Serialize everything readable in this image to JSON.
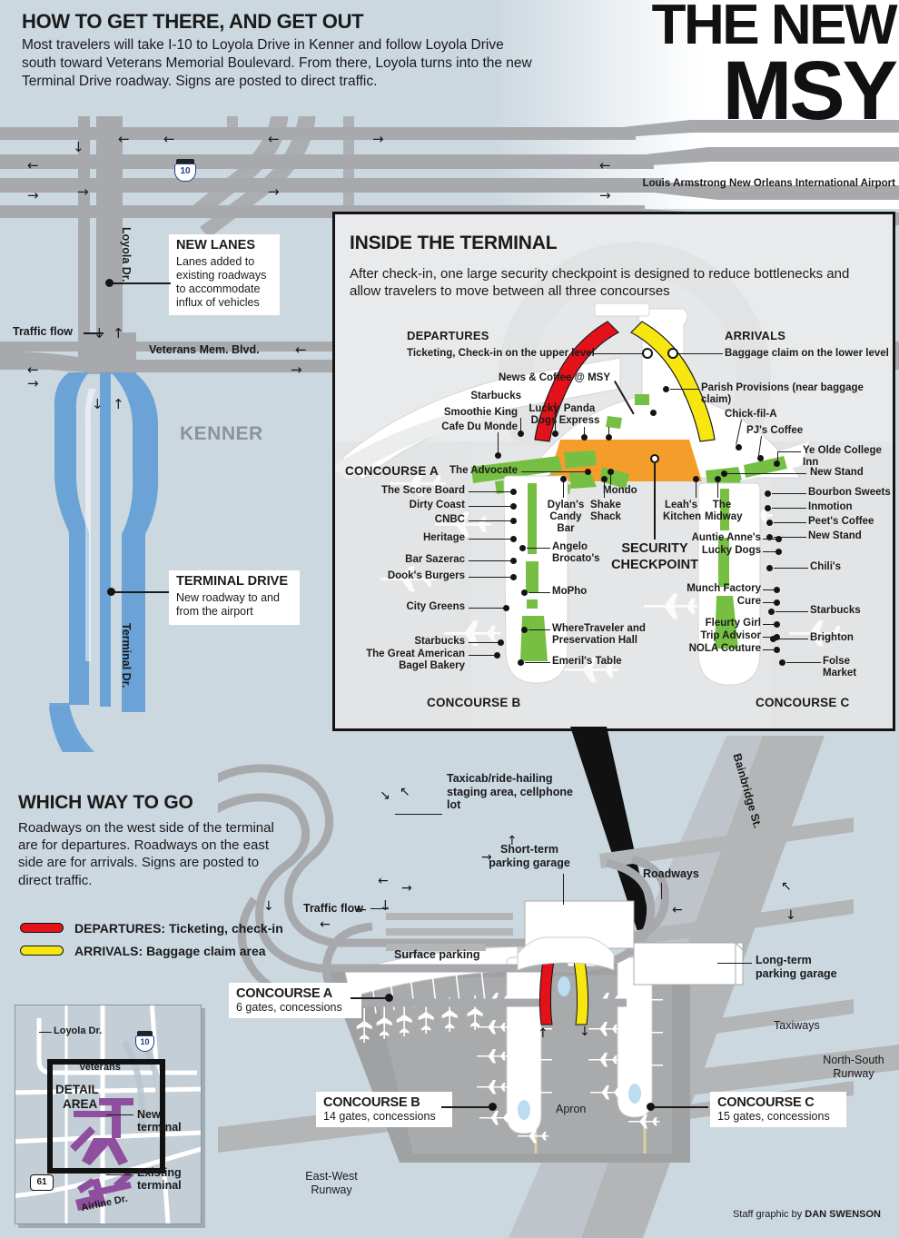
{
  "header": {
    "how_title": "HOW TO GET THERE, AND GET OUT",
    "how_body": "Most travelers will take I-10 to Loyola Drive in Kenner and follow Loyola Drive south toward Veterans Memorial Boulevard. From there, Loyola turns into the new Terminal Drive roadway. Signs are posted to direct traffic.",
    "logo_line1": "THE NEW",
    "logo_line2": "MSY",
    "logo_sub": "Louis Armstrong New Orleans International Airport"
  },
  "top_map": {
    "shield_10": "10",
    "loyola_dr": "Loyola Dr.",
    "veterans": "Veterans Mem. Blvd.",
    "traffic_flow": "Traffic flow",
    "kenner": "KENNER",
    "terminal_dr": "Terminal Dr.",
    "callout_new_lanes": {
      "title": "NEW LANES",
      "body": "Lanes added to existing roadways to accommodate influx of vehicles"
    },
    "callout_terminal_drive": {
      "title": "TERMINAL DRIVE",
      "body": "New roadway to and from the airport"
    }
  },
  "panel": {
    "title": "INSIDE THE TERMINAL",
    "subtitle": "After check-in, one large security checkpoint is designed to reduce bottlenecks and allow travelers to move between all three concourses",
    "departures_title": "DEPARTURES",
    "departures_sub": "Ticketing, Check-in on the upper level",
    "arrivals_title": "ARRIVALS",
    "arrivals_sub": "Baggage claim on the lower level",
    "security": "SECURITY\nCHECKPOINT",
    "security_l1": "SECURITY",
    "security_l2": "CHECKPOINT",
    "concourse_a": "CONCOURSE A",
    "concourse_b": "CONCOURSE B",
    "concourse_c": "CONCOURSE C",
    "labels_upper_left": [
      "News & Coffee @ MSY",
      "Starbucks",
      "Smoothie King",
      "Cafe Du Monde",
      "Lucky Dogs",
      "Panda Express",
      "The Advocate"
    ],
    "labels_center": [
      "Dylan's Candy Bar",
      "Shake Shack",
      "Mondo",
      "Leah's Kitchen",
      "The Midway"
    ],
    "labels_b_left": [
      "The Score Board",
      "Dirty Coast",
      "CNBC",
      "Heritage",
      "Bar Sazerac",
      "Dook's Burgers",
      "City Greens",
      "Starbucks",
      "The Great American Bagel Bakery"
    ],
    "labels_b_right": [
      "Angelo Brocato's",
      "MoPho",
      "WhereTraveler and Preservation Hall",
      "Emeril's Table"
    ],
    "labels_upper_right": [
      "Parish Provisions (near baggage claim)",
      "Chick-fil-A",
      "PJ's Coffee",
      "Ye Olde College Inn",
      "New Stand"
    ],
    "labels_c_right": [
      "Bourbon Sweets",
      "Inmotion",
      "Peet's Coffee",
      "New Stand",
      "Chili's",
      "Starbucks",
      "Brighton",
      "Folse Market"
    ],
    "labels_c_left": [
      "Auntie Anne's",
      "Lucky Dogs",
      "Munch Factory",
      "Cure",
      "Fleurty Girl",
      "Trip Advisor",
      "NOLA Couture"
    ],
    "colors": {
      "departures": "#e3121a",
      "arrivals": "#f7e610",
      "security": "#f59d2a",
      "concession": "#76bf43"
    }
  },
  "which_way": {
    "title": "WHICH WAY TO GO",
    "body": "Roadways on the west side of the terminal are for departures. Roadways on the east side are for arrivals. Signs are posted to direct traffic.",
    "legend": [
      {
        "label": "DEPARTURES: Ticketing, check-in",
        "color": "#e3121a"
      },
      {
        "label": "ARRIVALS: Baggage claim area",
        "color": "#f7e610"
      }
    ]
  },
  "bottom_map": {
    "taxicab": "Taxicab/ride-hailing staging area, cellphone lot",
    "short_term": "Short-term parking garage",
    "roadways": "Roadways",
    "traffic_flow": "Traffic flow",
    "surface_parking": "Surface parking",
    "long_term": "Long-term parking garage",
    "bainbridge": "Bainbridge St.",
    "taxiways": "Taxiways",
    "ns_runway": "North-South Runway",
    "ew_runway": "East-West Runway",
    "apron": "Apron",
    "concourse_a": {
      "title": "CONCOURSE A",
      "sub": "6 gates, concessions"
    },
    "concourse_b": {
      "title": "CONCOURSE B",
      "sub": "14 gates, concessions"
    },
    "concourse_c": {
      "title": "CONCOURSE C",
      "sub": "15 gates, concessions"
    }
  },
  "inset": {
    "loyola": "Loyola Dr.",
    "shield_10": "10",
    "shield_61": "61",
    "veterans": "Veterans",
    "detail_area_l1": "DETAIL",
    "detail_area_l2": "AREA",
    "new_terminal_l1": "New",
    "new_terminal_l2": "terminal",
    "existing_terminal_l1": "Existing",
    "existing_terminal_l2": "terminal",
    "airline": "Airline Dr."
  },
  "credit": {
    "prefix": "Staff graphic by ",
    "author": "DAN SWENSON"
  }
}
